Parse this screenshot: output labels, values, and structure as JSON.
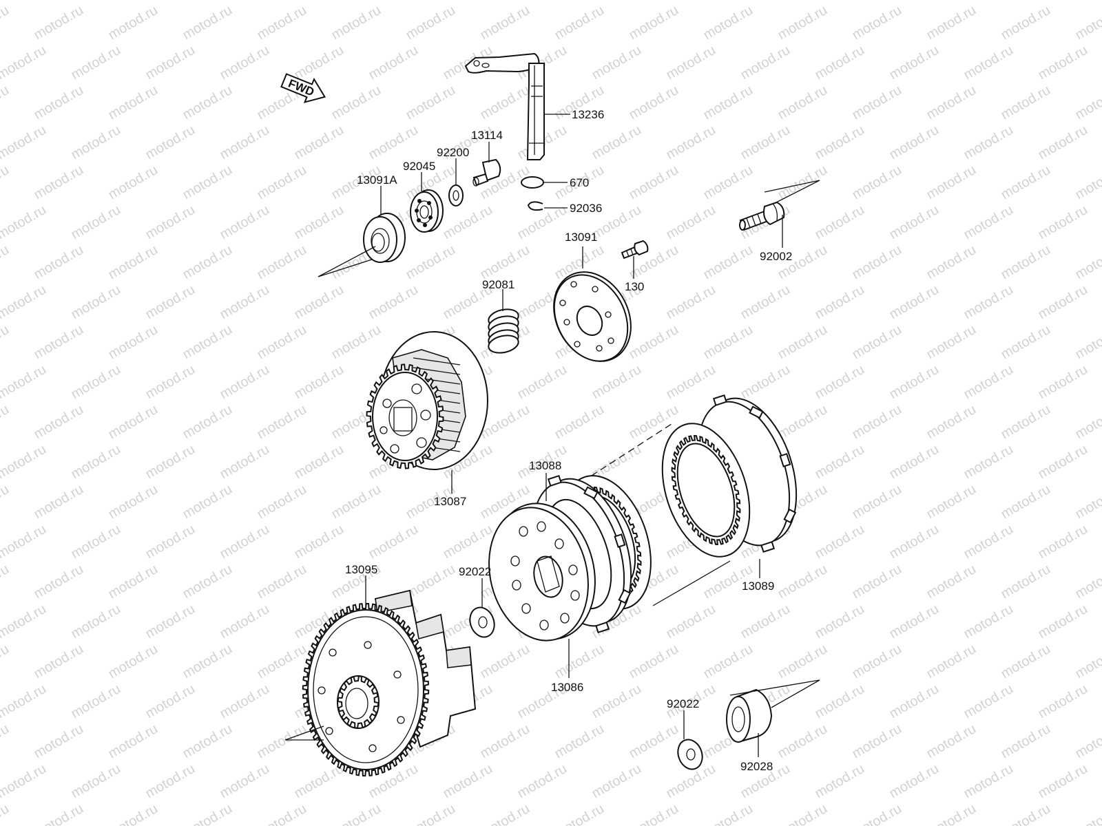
{
  "watermark": {
    "text": "motod.ru"
  },
  "fwd_label": "FWD",
  "parts": [
    {
      "id": "p13236",
      "label": "13236"
    },
    {
      "id": "p13114",
      "label": "13114"
    },
    {
      "id": "p92200",
      "label": "92200"
    },
    {
      "id": "p92045",
      "label": "92045"
    },
    {
      "id": "p13091A",
      "label": "13091A"
    },
    {
      "id": "p670",
      "label": "670"
    },
    {
      "id": "p92036",
      "label": "92036"
    },
    {
      "id": "p92002",
      "label": "92002"
    },
    {
      "id": "p13091",
      "label": "13091"
    },
    {
      "id": "p130",
      "label": "130"
    },
    {
      "id": "p92081",
      "label": "92081"
    },
    {
      "id": "p13087",
      "label": "13087"
    },
    {
      "id": "p13088",
      "label": "13088"
    },
    {
      "id": "p13089",
      "label": "13089"
    },
    {
      "id": "p13095",
      "label": "13095"
    },
    {
      "id": "p92022a",
      "label": "92022"
    },
    {
      "id": "p13086",
      "label": "13086"
    },
    {
      "id": "p92022b",
      "label": "92022"
    },
    {
      "id": "p92028",
      "label": "92028"
    }
  ]
}
